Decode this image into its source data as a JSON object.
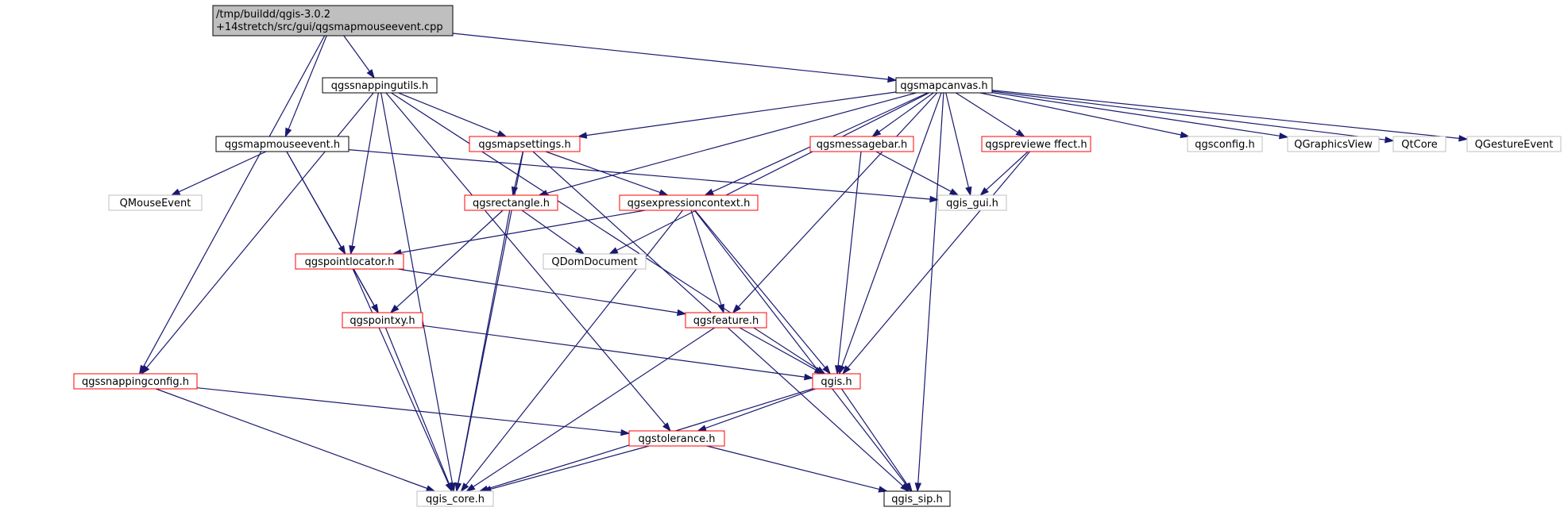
{
  "colors": {
    "edge": "#191970",
    "border_default": "#000000",
    "border_red": "#ff0000",
    "border_grey": "#bfbfbf",
    "fill_root": "#bfbfbf",
    "fill_default": "#ffffff"
  },
  "nodes": [
    {
      "id": "root",
      "lines": [
        "/tmp/buildd/qgis-3.0.2",
        "+14stretch/src/gui/qgsmapmouseevent.cpp"
      ],
      "style": "root"
    },
    {
      "id": "snappingutils",
      "lines": [
        "qgssnappingutils.h"
      ],
      "style": "default"
    },
    {
      "id": "mapcanvas",
      "lines": [
        "qgsmapcanvas.h"
      ],
      "style": "default"
    },
    {
      "id": "mapmouseevent",
      "lines": [
        "qgsmapmouseevent.h"
      ],
      "style": "default"
    },
    {
      "id": "mapsettings",
      "lines": [
        "qgsmapsettings.h"
      ],
      "style": "red"
    },
    {
      "id": "messagebar",
      "lines": [
        "qgsmessagebar.h"
      ],
      "style": "red"
    },
    {
      "id": "previeweffect",
      "lines": [
        "qgspreviewe ffect.h"
      ],
      "style": "red"
    },
    {
      "id": "qgsconfig",
      "lines": [
        "qgsconfig.h"
      ],
      "style": "grey"
    },
    {
      "id": "qgraphicsview",
      "lines": [
        "QGraphicsView"
      ],
      "style": "grey"
    },
    {
      "id": "qtcore",
      "lines": [
        "QtCore"
      ],
      "style": "grey"
    },
    {
      "id": "qgestureevent",
      "lines": [
        "QGestureEvent"
      ],
      "style": "grey"
    },
    {
      "id": "qmouseevent",
      "lines": [
        "QMouseEvent"
      ],
      "style": "grey"
    },
    {
      "id": "rectangle",
      "lines": [
        "qgsrectangle.h"
      ],
      "style": "red"
    },
    {
      "id": "exprcontext",
      "lines": [
        "qgsexpressioncontext.h"
      ],
      "style": "red"
    },
    {
      "id": "qgisgui",
      "lines": [
        "qgis_gui.h"
      ],
      "style": "grey"
    },
    {
      "id": "pointlocator",
      "lines": [
        "qgspointlocator.h"
      ],
      "style": "red"
    },
    {
      "id": "qdomdocument",
      "lines": [
        "QDomDocument"
      ],
      "style": "grey"
    },
    {
      "id": "pointxy",
      "lines": [
        "qgspointxy.h"
      ],
      "style": "red"
    },
    {
      "id": "feature",
      "lines": [
        "qgsfeature.h"
      ],
      "style": "red"
    },
    {
      "id": "snappingconfig",
      "lines": [
        "qgssnappingconfig.h"
      ],
      "style": "red"
    },
    {
      "id": "qgis",
      "lines": [
        "qgis.h"
      ],
      "style": "red"
    },
    {
      "id": "tolerance",
      "lines": [
        "qgstolerance.h"
      ],
      "style": "red"
    },
    {
      "id": "qgiscore",
      "lines": [
        "qgis_core.h"
      ],
      "style": "grey"
    },
    {
      "id": "qgissip",
      "lines": [
        "qgis_sip.h"
      ],
      "style": "default"
    }
  ],
  "edges": [
    [
      "root",
      "snappingutils"
    ],
    [
      "root",
      "mapcanvas"
    ],
    [
      "root",
      "mapmouseevent"
    ],
    [
      "root",
      "snappingconfig"
    ],
    [
      "snappingutils",
      "mapsettings"
    ],
    [
      "snappingutils",
      "pointlocator"
    ],
    [
      "snappingutils",
      "tolerance"
    ],
    [
      "snappingutils",
      "qgis"
    ],
    [
      "snappingutils",
      "snappingconfig"
    ],
    [
      "snappingutils",
      "qgiscore"
    ],
    [
      "mapmouseevent",
      "qmouseevent"
    ],
    [
      "mapmouseevent",
      "qgisgui"
    ],
    [
      "mapmouseevent",
      "pointlocator"
    ],
    [
      "mapmouseevent",
      "pointxy"
    ],
    [
      "mapcanvas",
      "mapsettings"
    ],
    [
      "mapcanvas",
      "messagebar"
    ],
    [
      "mapcanvas",
      "previeweffect"
    ],
    [
      "mapcanvas",
      "qgsconfig"
    ],
    [
      "mapcanvas",
      "qgraphicsview"
    ],
    [
      "mapcanvas",
      "qtcore"
    ],
    [
      "mapcanvas",
      "qgestureevent"
    ],
    [
      "mapcanvas",
      "qgisgui"
    ],
    [
      "mapcanvas",
      "rectangle"
    ],
    [
      "mapcanvas",
      "exprcontext"
    ],
    [
      "mapcanvas",
      "qdomdocument"
    ],
    [
      "mapcanvas",
      "feature"
    ],
    [
      "mapcanvas",
      "qgis"
    ],
    [
      "mapcanvas",
      "qgissip"
    ],
    [
      "mapsettings",
      "rectangle"
    ],
    [
      "mapsettings",
      "exprcontext"
    ],
    [
      "mapsettings",
      "qgiscore"
    ],
    [
      "mapsettings",
      "qgissip"
    ],
    [
      "messagebar",
      "qgisgui"
    ],
    [
      "messagebar",
      "qgis"
    ],
    [
      "previeweffect",
      "qgisgui"
    ],
    [
      "previeweffect",
      "qgis"
    ],
    [
      "rectangle",
      "qdomdocument"
    ],
    [
      "rectangle",
      "pointxy"
    ],
    [
      "rectangle",
      "qgiscore"
    ],
    [
      "exprcontext",
      "pointlocator"
    ],
    [
      "exprcontext",
      "feature"
    ],
    [
      "exprcontext",
      "qgis"
    ],
    [
      "exprcontext",
      "qgiscore"
    ],
    [
      "exprcontext",
      "qgissip"
    ],
    [
      "pointlocator",
      "pointxy"
    ],
    [
      "pointlocator",
      "feature"
    ],
    [
      "pointlocator",
      "qgiscore"
    ],
    [
      "pointxy",
      "qgis"
    ],
    [
      "pointxy",
      "qgiscore"
    ],
    [
      "feature",
      "qgis"
    ],
    [
      "feature",
      "qgiscore"
    ],
    [
      "snappingconfig",
      "tolerance"
    ],
    [
      "snappingconfig",
      "qgiscore"
    ],
    [
      "qgis",
      "tolerance"
    ],
    [
      "qgis",
      "qgiscore"
    ],
    [
      "qgis",
      "qgissip"
    ],
    [
      "tolerance",
      "qgiscore"
    ],
    [
      "tolerance",
      "qgissip"
    ]
  ]
}
